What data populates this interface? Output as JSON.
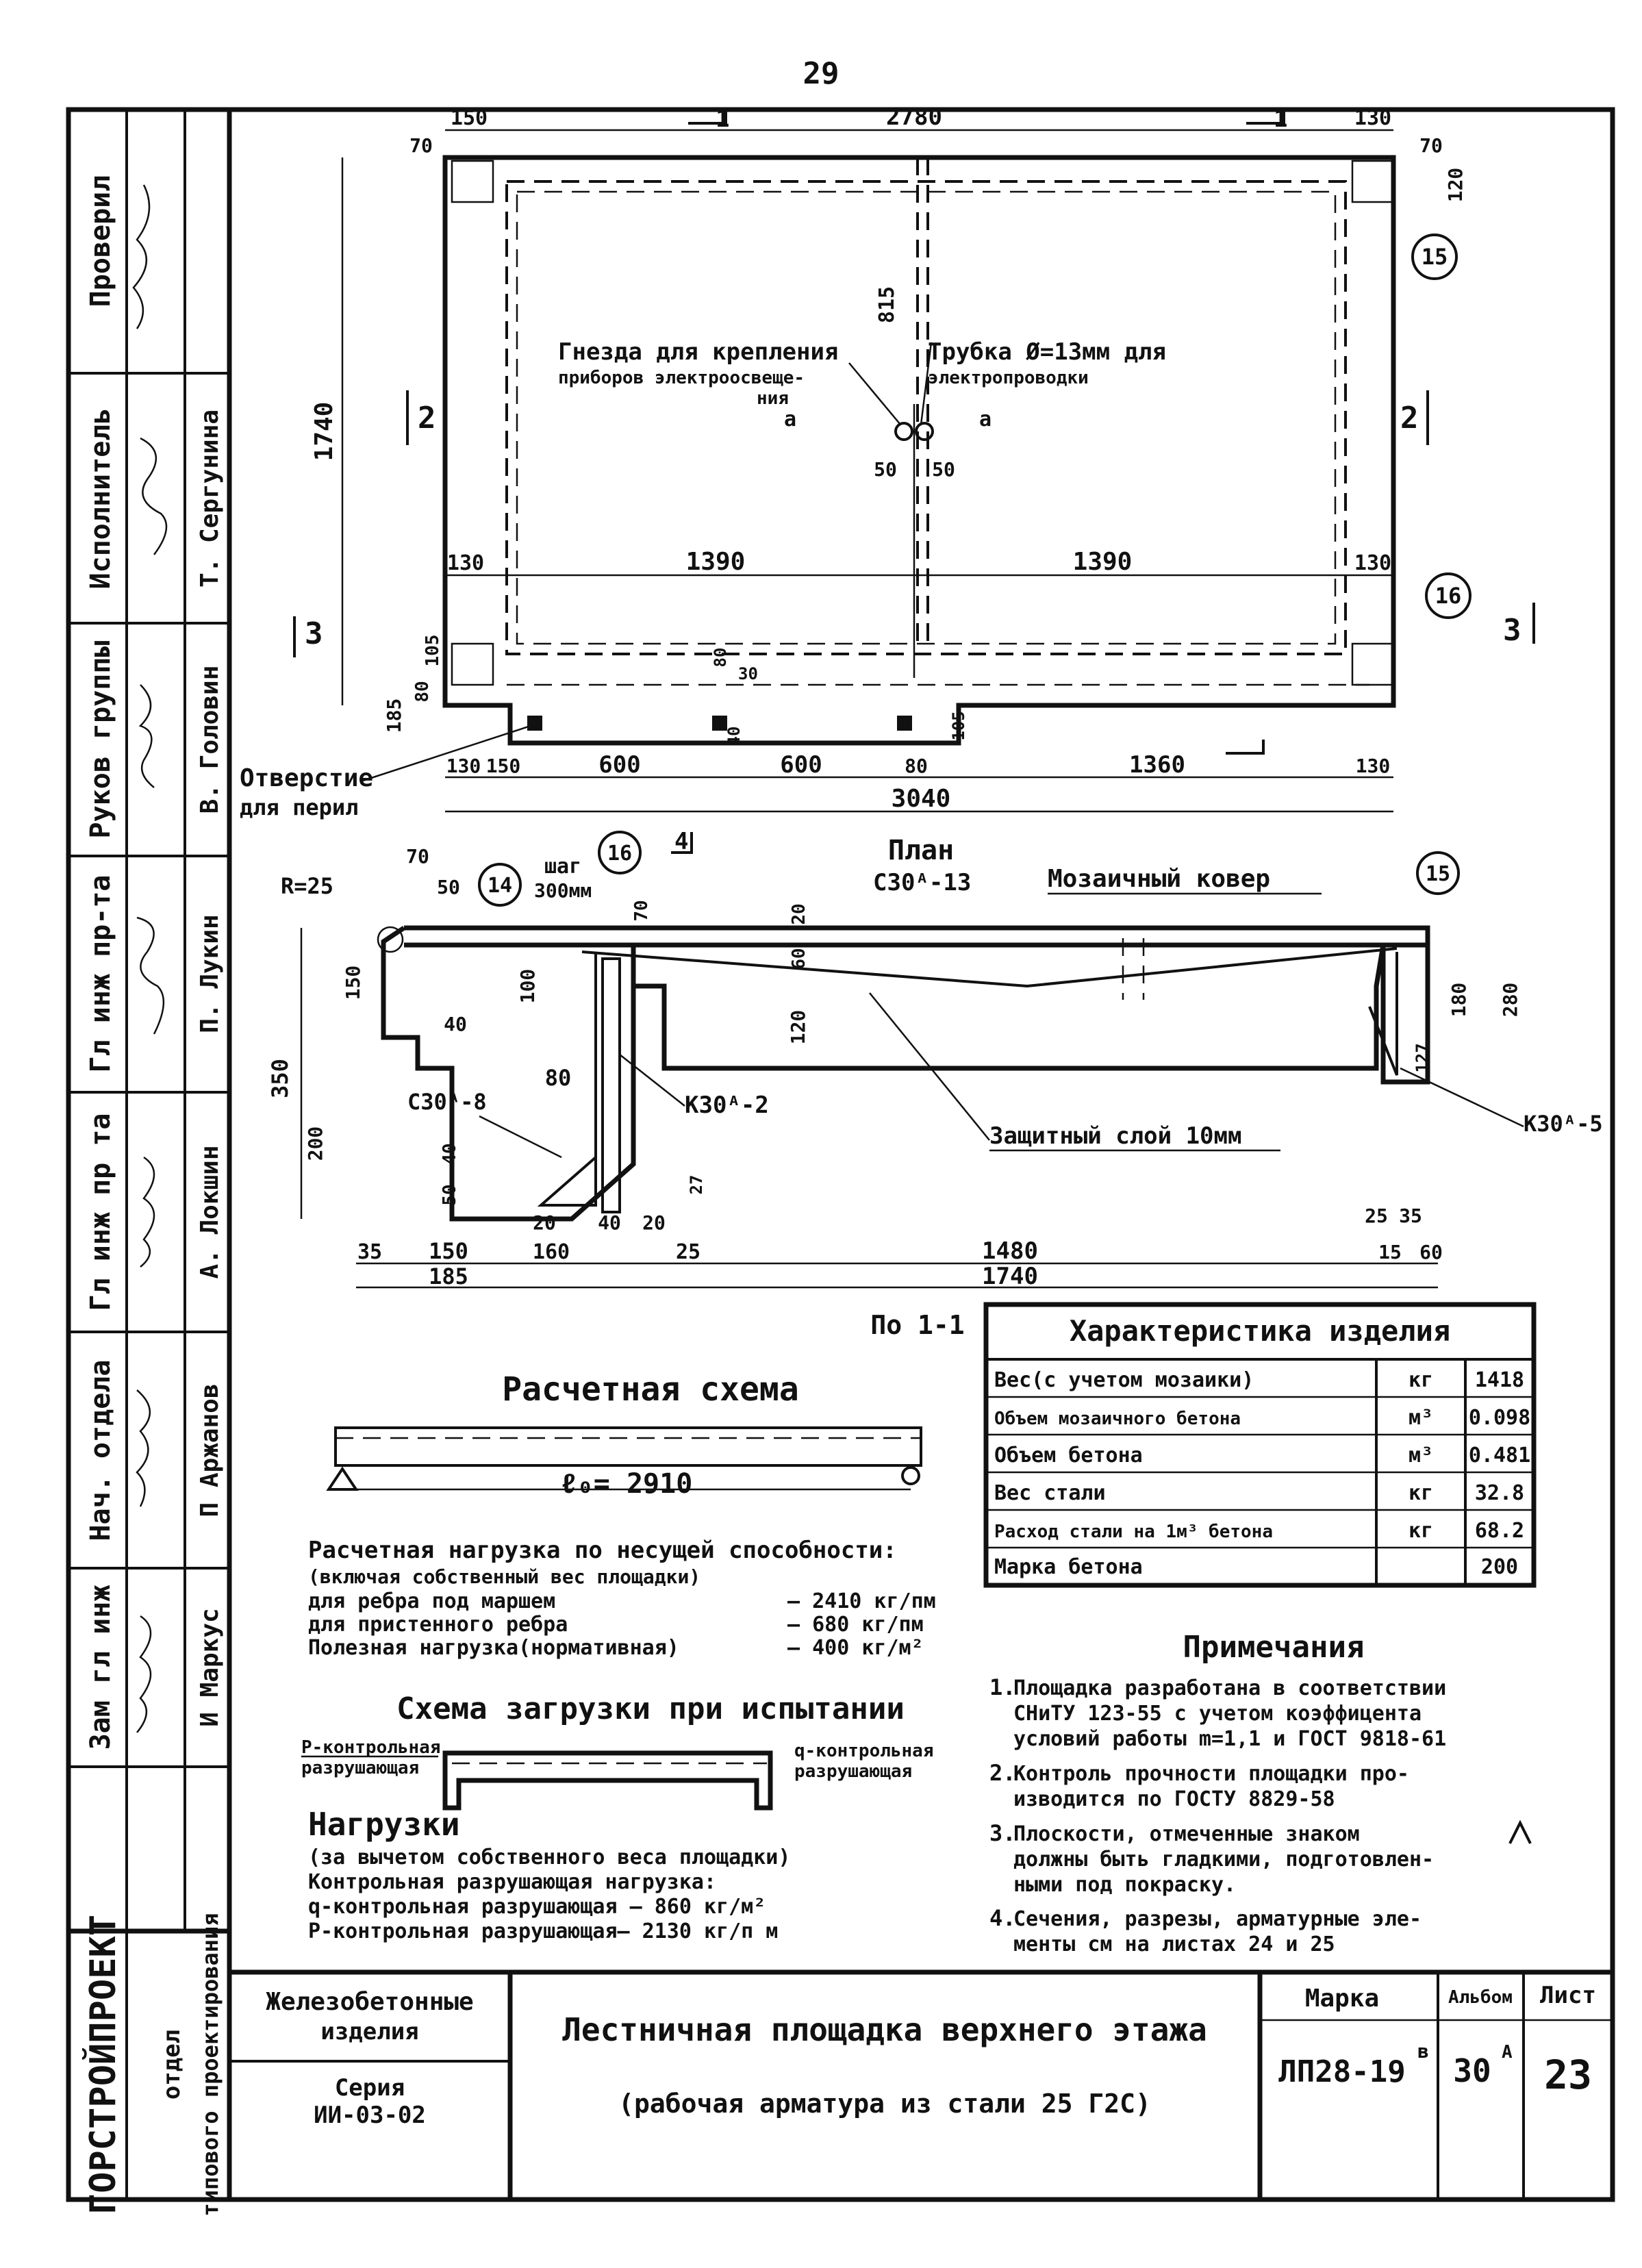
{
  "page_number": "29",
  "side_stamp": {
    "rows": [
      {
        "role": "Проверил",
        "name": ""
      },
      {
        "role": "Исполнитель",
        "name": "Т. Сергунина"
      },
      {
        "role": "Руков группы",
        "name": "В. Головин"
      },
      {
        "role": "Гл инж пр-та",
        "name": "П. Лукин"
      },
      {
        "role": "Гл инж пр та",
        "name": "А. Локшин"
      },
      {
        "role": "Нач. отдела",
        "name": "П Аржанов"
      },
      {
        "role": "Зам гл инж",
        "name": "И Маркус"
      }
    ],
    "org": "ГОРСТРОЙПРОЕКТ",
    "org_sub1": "отдел",
    "org_sub2": "типового проектирования"
  },
  "plan": {
    "dims_top": {
      "left_150": "150",
      "total": "2780",
      "right_130": "130",
      "left_70": "70",
      "right_70": "70",
      "right_120": "120"
    },
    "dims_left": {
      "d1740": "1740",
      "d185": "185",
      "d80": "80",
      "d105": "105"
    },
    "dims_inner": {
      "d815": "815",
      "d50a": "50",
      "d50b": "50",
      "d1390a": "1390",
      "d1390b": "1390",
      "d130a": "130",
      "d130b": "130",
      "d80b": "80",
      "d30": "30",
      "d40": "40",
      "d105b": "105"
    },
    "dims_bottom": {
      "d130": "130",
      "d150": "150",
      "d600a": "600",
      "d600b": "600",
      "d80": "80",
      "d1360": "1360",
      "d130r": "130",
      "total": "3040"
    },
    "callout_sockets_1": "Гнезда для крепления",
    "callout_sockets_2": "приборов электроосвеще-",
    "callout_sockets_3": "ния",
    "callout_tube_1": "Трубка Ø=13мм для",
    "callout_tube_2": "электропроводки",
    "callout_hole_1": "Отверстие",
    "callout_hole_2": "для перил",
    "mark_a": "а",
    "sec2_left": "2",
    "sec2_right": "2",
    "sec3_left": "3",
    "sec3_right": "3",
    "sec4": "4",
    "sec1_left": "1",
    "sec1_right": "1",
    "bubble15": "15",
    "bubble16": "16",
    "caption": "План"
  },
  "section": {
    "r25": "R=25",
    "d70a": "70",
    "d50": "50",
    "d40": "40",
    "d100": "100",
    "step": "шаг",
    "step_val": "300мм",
    "d70b": "70",
    "bubble14": "14",
    "bubble16": "16",
    "bubble15": "15",
    "rebar_top": "С30ᴬ-13",
    "mosaic": "Мозаичный ковер",
    "d20": "20",
    "d60": "60",
    "d120": "120",
    "d150": "150",
    "d350": "350",
    "d200": "200",
    "d80": "80",
    "rebar_c8": "С30ᴬ-8",
    "rebar_k2": "К30ᴬ-2",
    "cover": "Защитный слой 10мм",
    "d180": "180",
    "d280": "280",
    "d127": "127",
    "rebar_k5": "К30ᴬ-5",
    "d40b": "40",
    "d50b": "50",
    "d27": "27",
    "b35": "35",
    "b150": "150",
    "b160": "160",
    "b20a": "20",
    "b40": "40",
    "b20b": "20",
    "b25": "25",
    "b1480": "1480",
    "b25r": "25",
    "b35r": "35",
    "b15": "15",
    "b60": "60",
    "b185": "185",
    "b1740": "1740",
    "caption": "По 1-1"
  },
  "scheme": {
    "title": "Расчетная схема",
    "span": "ℓ₀= 2910",
    "load_title": "Расчетная нагрузка по несущей способности:",
    "load_sub": "(включая собственный вес площадки)",
    "load_rows": [
      {
        "label": "для ребра под маршем",
        "value": "— 2410 кг/пм"
      },
      {
        "label": "для пристенного ребра",
        "value": "— 680 кг/пм"
      },
      {
        "label": "Полезная нагрузка(нормативная)",
        "value": "— 400 кг/м²"
      }
    ]
  },
  "test": {
    "title": "Схема загрузки при испытании",
    "p_label_1": "Р-контрольная",
    "p_label_2": "разрушающая",
    "q_label_1": "q-контрольная",
    "q_label_2": "разрушающая",
    "loads_title": "Нагрузки",
    "loads_sub": "(за вычетом собственного веса площадки)",
    "loads_head": "Контрольная разрушающая нагрузка:",
    "loads_q": "q-контрольная разрушающая — 860 кг/м²",
    "loads_p": "Р-контрольная разрушающая— 2130 кг/п м"
  },
  "characteristics": {
    "title": "Характеристика изделия",
    "rows": [
      {
        "name": "Вес(с учетом мозаики)",
        "unit": "кг",
        "value": "1418"
      },
      {
        "name": "Объем мозаичного бетона",
        "unit": "м³",
        "value": "0.098"
      },
      {
        "name": "Объем бетона",
        "unit": "м³",
        "value": "0.481"
      },
      {
        "name": "Вес стали",
        "unit": "кг",
        "value": "32.8"
      },
      {
        "name": "Расход стали на 1м³ бетона",
        "unit": "кг",
        "value": "68.2"
      },
      {
        "name": "Марка бетона",
        "unit": "",
        "value": "200"
      }
    ]
  },
  "notes": {
    "title": "Примечания",
    "items": [
      {
        "num": "1.",
        "lines": [
          "Площадка разработана в соответствии",
          "СНиТУ 123-55 с учетом коэффицента",
          "условий работы m=1,1 и ГОСТ 9818-61"
        ]
      },
      {
        "num": "2.",
        "lines": [
          "Контроль прочности площадки про-",
          "изводится по ГОСТУ 8829-58"
        ]
      },
      {
        "num": "3.",
        "lines": [
          "Плоскости, отмеченные знаком",
          "должны быть гладкими, подготовлен-",
          "ными под покраску."
        ]
      },
      {
        "num": "4.",
        "lines": [
          "Сечения, разрезы, арматурные эле-",
          "менты см на листах 24 и 25"
        ]
      }
    ]
  },
  "title_block": {
    "product_type_1": "Железобетонные",
    "product_type_2": "изделия",
    "series_label": "Серия",
    "series_value": "ИИ-03-02",
    "title_1": "Лестничная площадка верхнего этажа",
    "title_2": "(рабочая арматура из стали 25 Г2С)",
    "mark_label": "Марка",
    "mark_value": "ЛП28-19",
    "mark_sup": "в",
    "album_label": "Альбом",
    "album_value": "30",
    "album_sup": "А",
    "sheet_label": "Лист",
    "sheet_value": "23"
  }
}
